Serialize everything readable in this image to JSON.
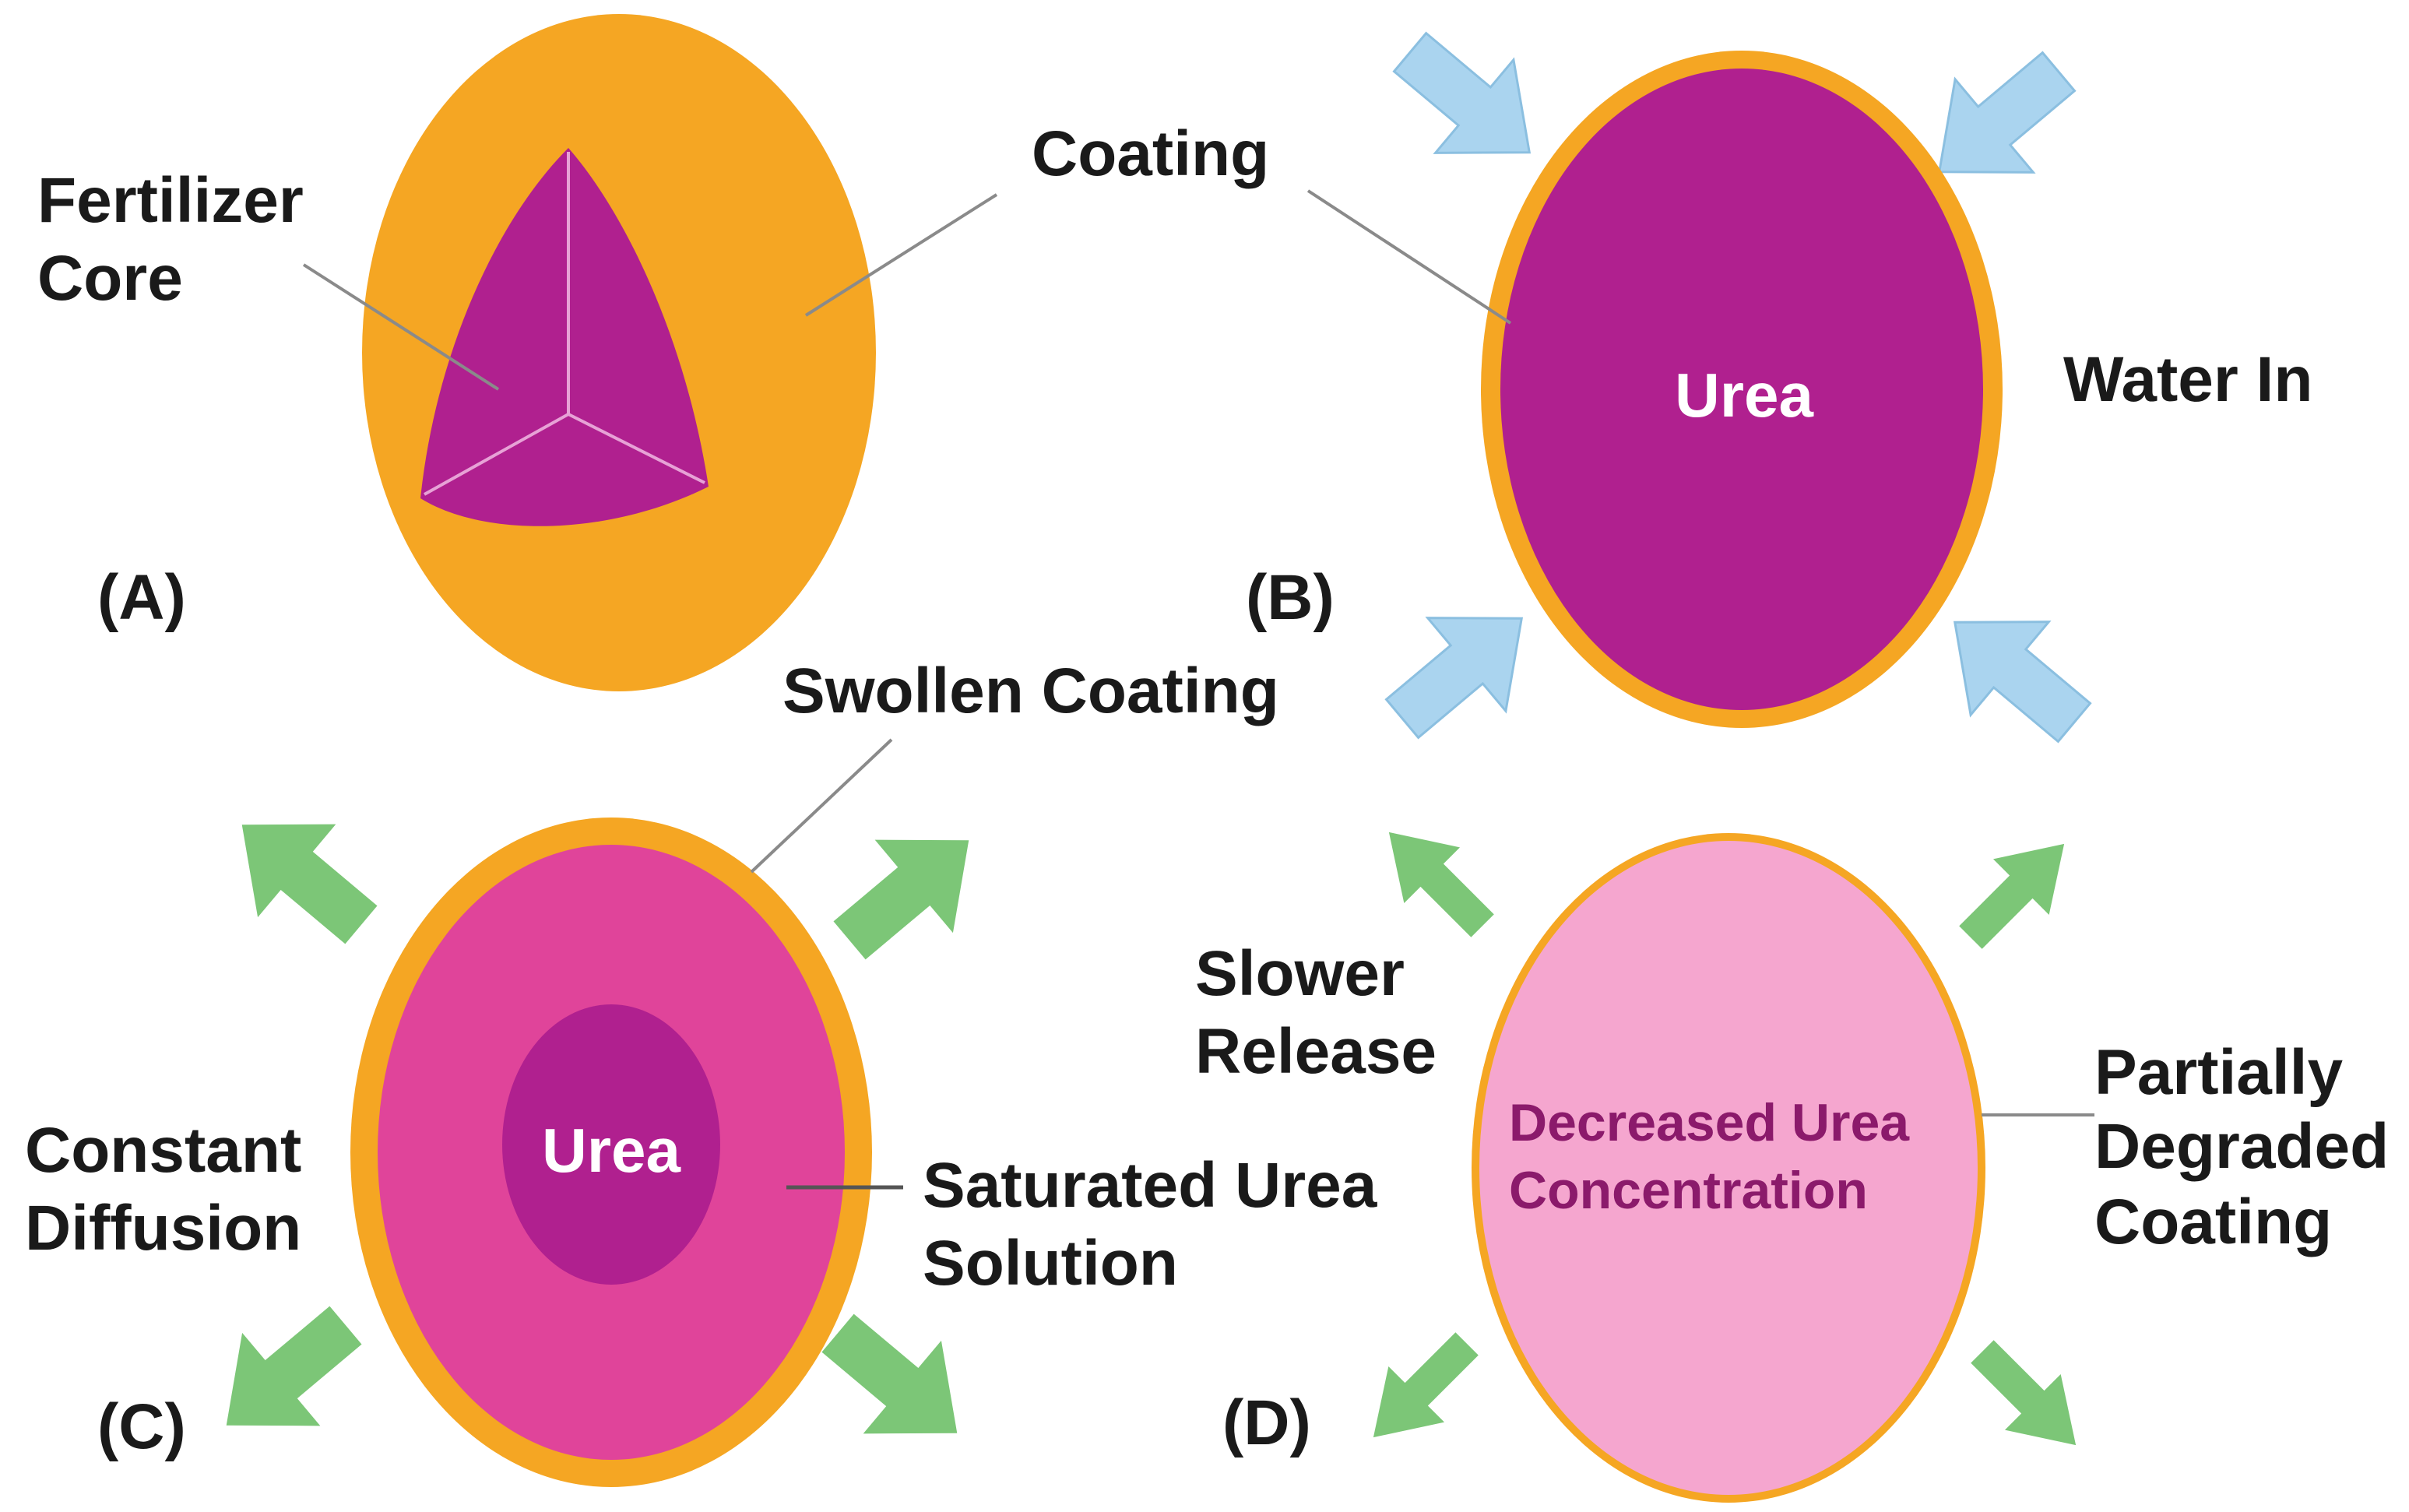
{
  "colors": {
    "coating": "#f5a623",
    "core": "#b0208f",
    "saturated": "#e0449a",
    "diluted": "#f5a6cf",
    "water_arrow": "#aad4ef",
    "release_arrow": "#7cc677"
  },
  "panels": {
    "a": {
      "tag": "(A)",
      "core_label_1": "Fertilizer",
      "core_label_2": "Core",
      "coating_label": "Coating"
    },
    "b": {
      "tag": "(B)",
      "core_text": "Urea",
      "water_label": "Water In"
    },
    "c": {
      "tag": "(C)",
      "swollen_label": "Swollen Coating",
      "core_text": "Urea",
      "diffusion_label_1": "Constant",
      "diffusion_label_2": "Diffusion",
      "saturated_label_1": "Saturated Urea",
      "saturated_label_2": "Solution"
    },
    "d": {
      "tag": "(D)",
      "slower_label_1": "Slower",
      "slower_label_2": "Release",
      "decreased_label_1": "Decreased Urea",
      "decreased_label_2": "Concentration",
      "degraded_label_1": "Partially",
      "degraded_label_2": "Degraded",
      "degraded_label_3": "Coating"
    }
  }
}
